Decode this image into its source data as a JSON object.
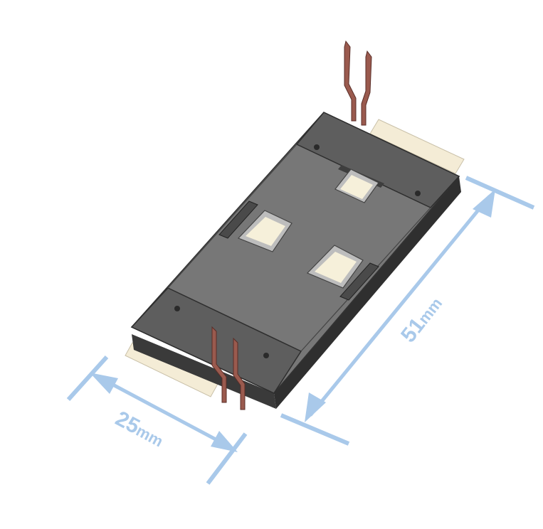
{
  "dimensions": {
    "length": {
      "value": "51",
      "unit": "mm"
    },
    "width": {
      "value": "25",
      "unit": "mm"
    }
  },
  "colors": {
    "dimension_line": "#a9c9ea",
    "dimension_text": "#a9c9ea",
    "body_top": "#7a7a7a",
    "body_side": "#3e3e3e",
    "end_cap": "#5f5f5f",
    "ceramic": "#f4ecd6",
    "pin": "#9a5a4e",
    "window_frame": "#b9b9b9",
    "window_glass": "#f6f0da"
  }
}
